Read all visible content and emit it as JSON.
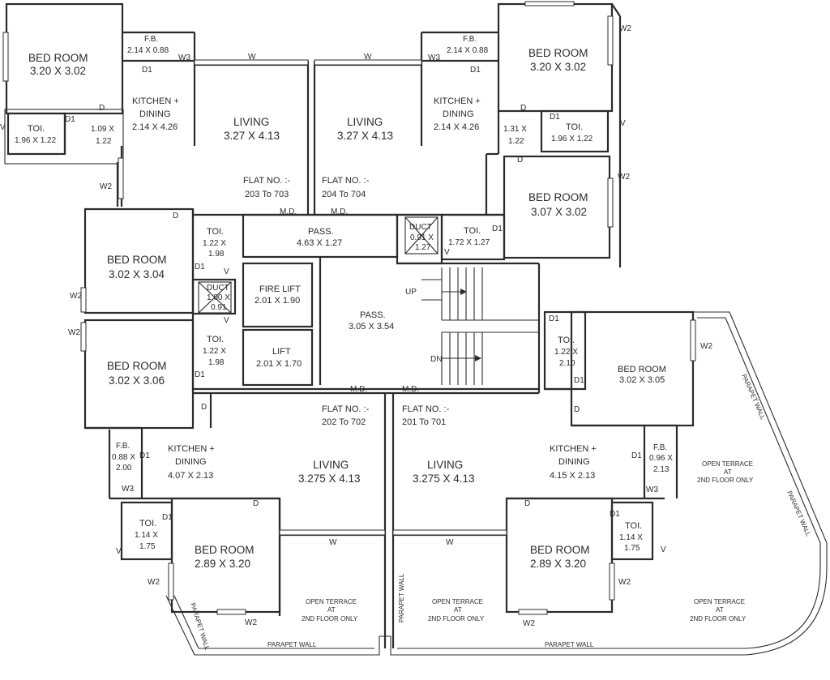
{
  "labels": {
    "bed_320": "BED ROOM",
    "bed_320_dim": "3.20 X 3.02",
    "bed_307": "BED ROOM",
    "bed_307_dim": "3.07 X 3.02",
    "bed_304": "BED ROOM",
    "bed_304_dim": "3.02 X 3.04",
    "bed_306": "BED ROOM",
    "bed_306_dim": "3.02 X 3.06",
    "bed_305": "BED ROOM",
    "bed_305_dim": "3.02 X 3.05",
    "bed_289": "BED ROOM",
    "bed_289_dim": "2.89 X 3.20",
    "fb": "F.B.",
    "fb_214": "2.14 X 0.88",
    "fb_088a": "0.88 X",
    "fb_088b": "2.00",
    "fb_096a": "0.96 X",
    "fb_096b": "2.13",
    "kitchen": "KITCHEN +",
    "dining": "DINING",
    "kd_214": "2.14 X 4.26",
    "kd_407": "4.07 X 2.13",
    "kd_415": "4.15 X 2.13",
    "living": "LIVING",
    "living_327": "3.27 X 4.13",
    "living_3275": "3.275 X 4.13",
    "toi": "TOI.",
    "toi_196": "1.96 X 1.22",
    "toi_172": "1.72 X 1.27",
    "toi_122a": "1.22 X",
    "toi_198": "1.98",
    "toi_210": "2.10",
    "toi_114a": "1.14 X",
    "toi_175": "1.75",
    "p_109a": "1.09 X",
    "p_122": "1.22",
    "p_131a": "1.31 X",
    "flat_no": "FLAT NO. :-",
    "flat_203": "203 To 703",
    "flat_204": "204 To 704",
    "flat_202": "202 To 702",
    "flat_201": "201 To 701",
    "md": "M.D.",
    "pass": "PASS.",
    "pass_463": "4.63 X 1.27",
    "pass_305": "3.05 X 3.54",
    "duct": "DUCT",
    "duct_0a": "0.91 X",
    "duct_0b": "1.27",
    "duct_1a": "1.00 X",
    "duct_1b": "0.91",
    "fire_lift": "FIRE LIFT",
    "fire_lift_dim": "2.01 X 1.90",
    "lift": "LIFT",
    "lift_dim": "2.01 X 1.70",
    "up": "UP",
    "dn": "DN",
    "open_terrace": "OPEN TERRACE",
    "at": "AT",
    "floor_only": "2ND FLOOR ONLY",
    "parapet": "PARAPET WALL",
    "w": "W",
    "w2": "W2",
    "w3": "W3",
    "v": "V",
    "d": "D",
    "d1": "D1"
  }
}
